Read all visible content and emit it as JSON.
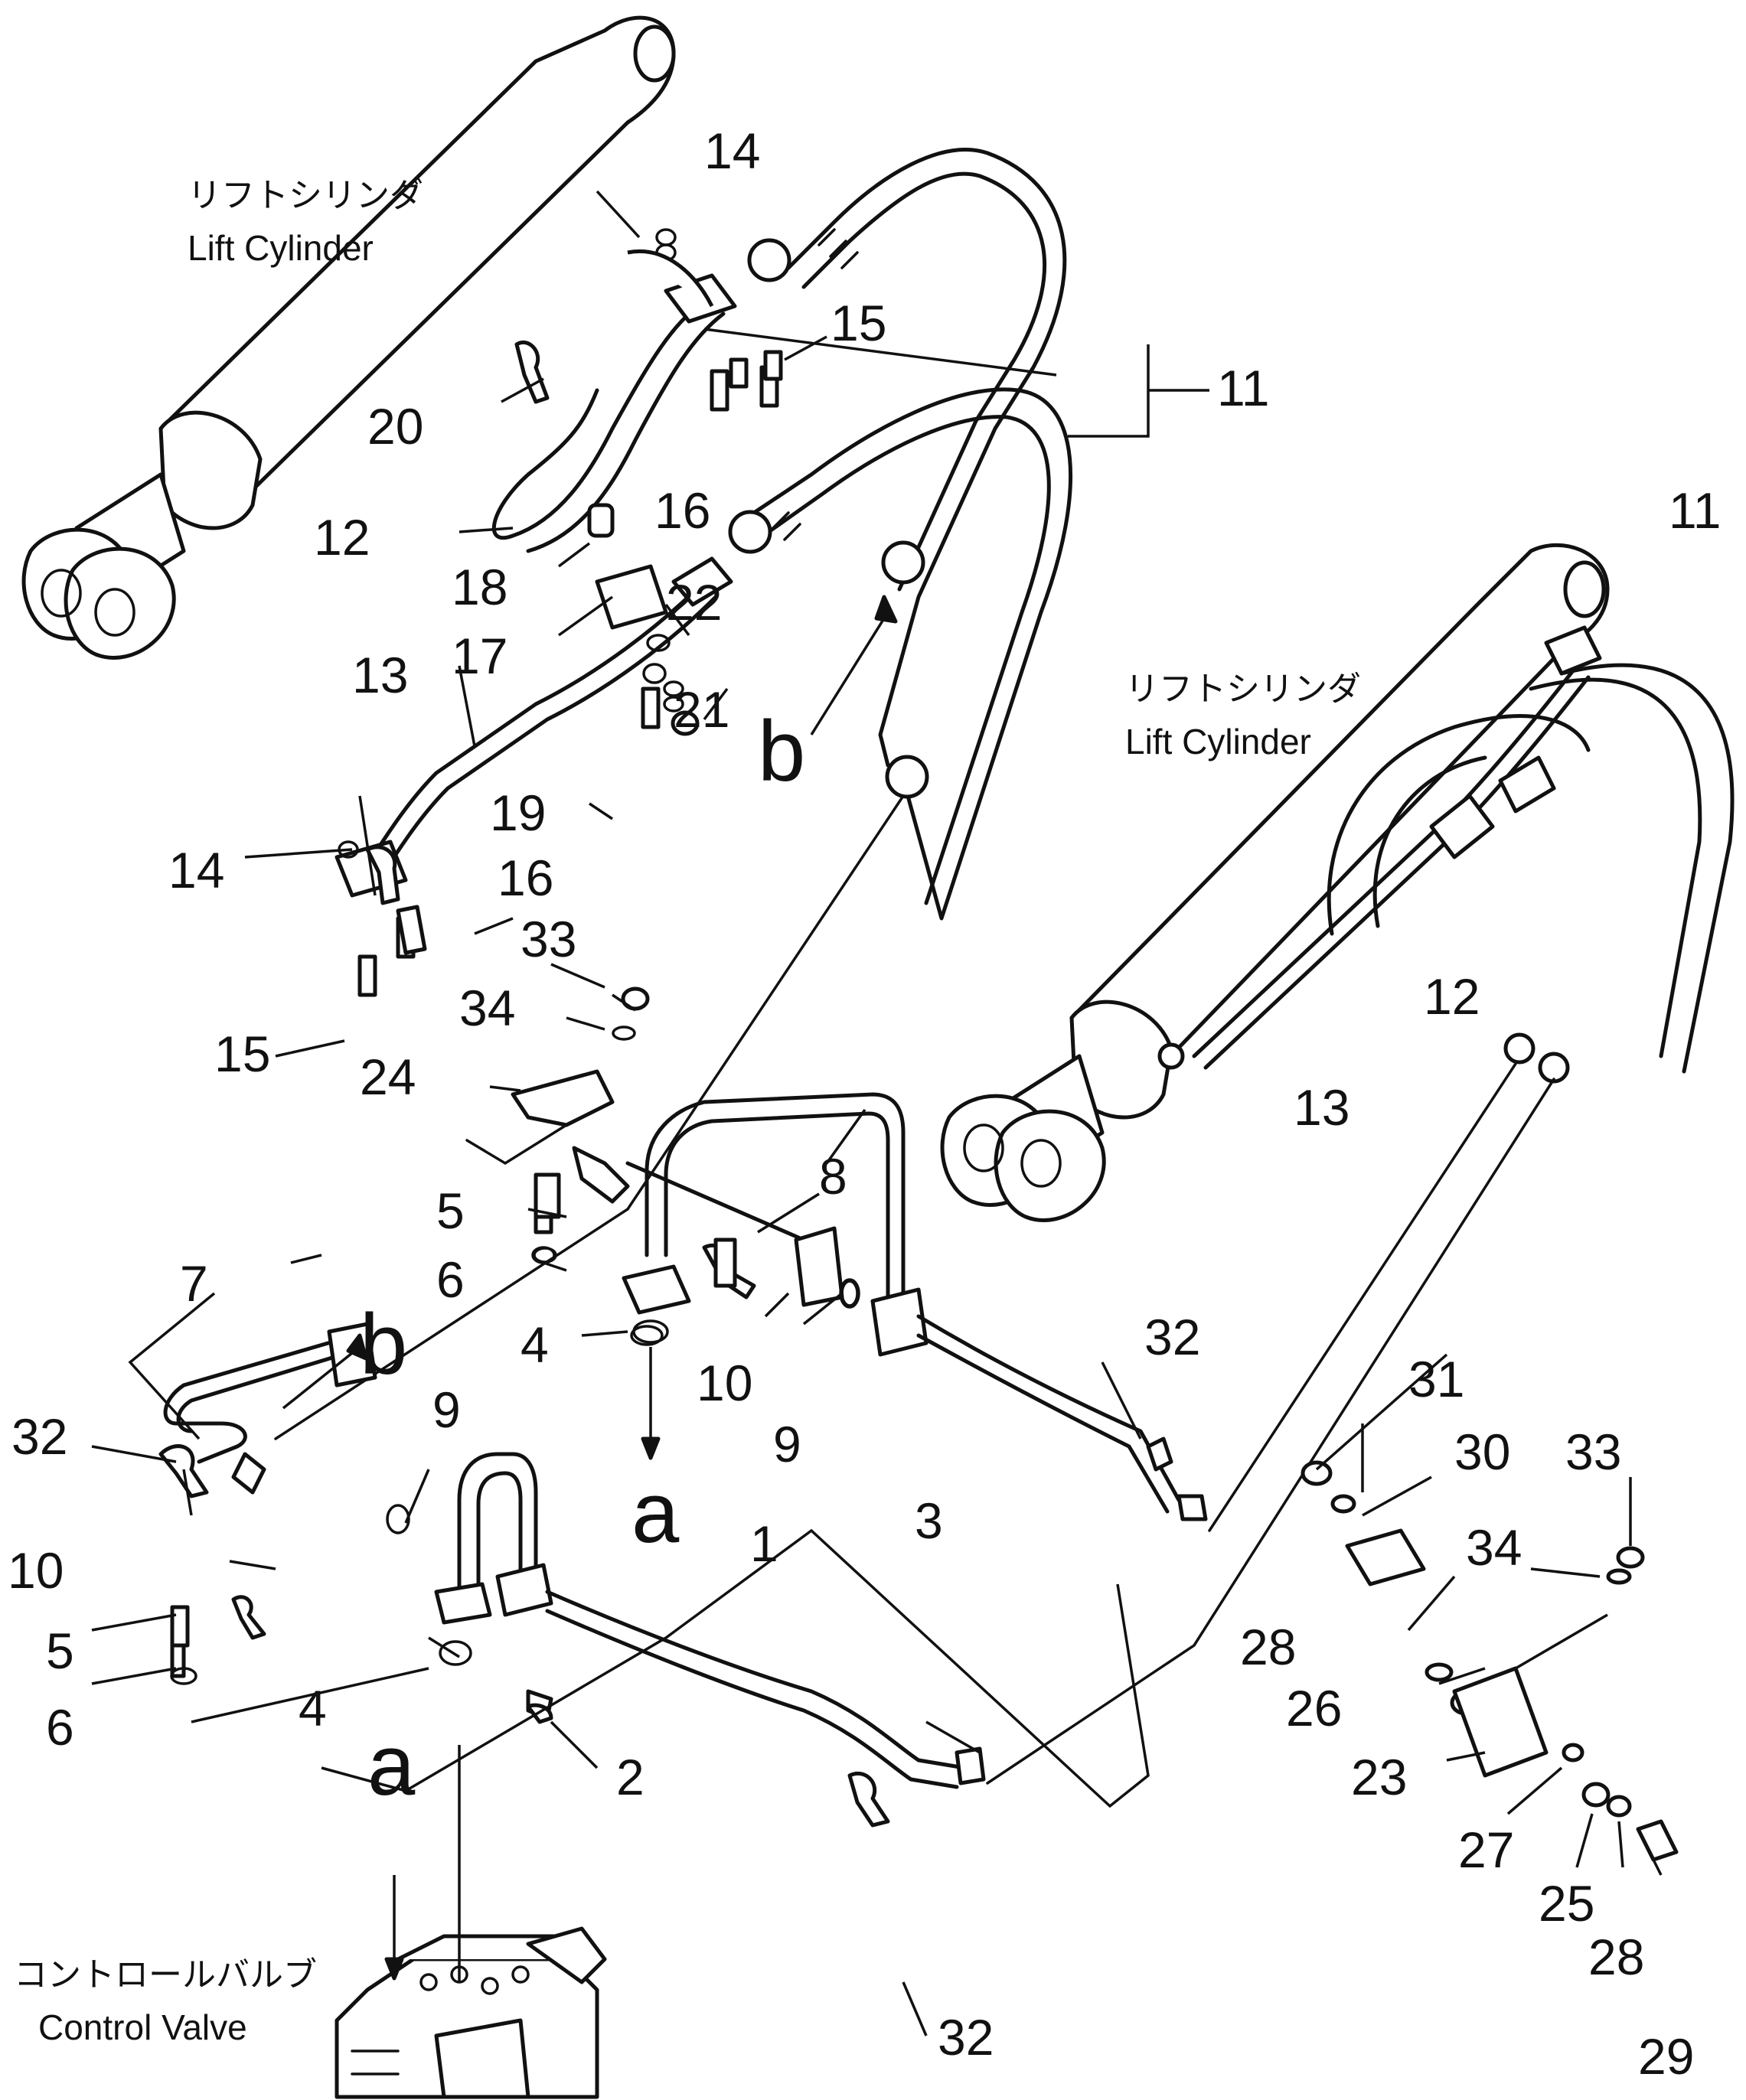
{
  "labels": {
    "jp_cyl": "リフトシリンダ",
    "en_cyl": "Lift Cylinder",
    "jp_valve": "コントロールバルブ",
    "en_valve": "Control Valve"
  },
  "parts": [
    "1",
    "2",
    "3",
    "4",
    "5",
    "6",
    "7",
    "8",
    "9",
    "10",
    "11",
    "12",
    "13",
    "14",
    "15",
    "16",
    "17",
    "18",
    "19",
    "20",
    "21",
    "22",
    "23",
    "24",
    "25",
    "26",
    "27",
    "28",
    "29",
    "30",
    "31",
    "32",
    "33",
    "34"
  ],
  "refs": {
    "a": "a",
    "b": "b"
  }
}
